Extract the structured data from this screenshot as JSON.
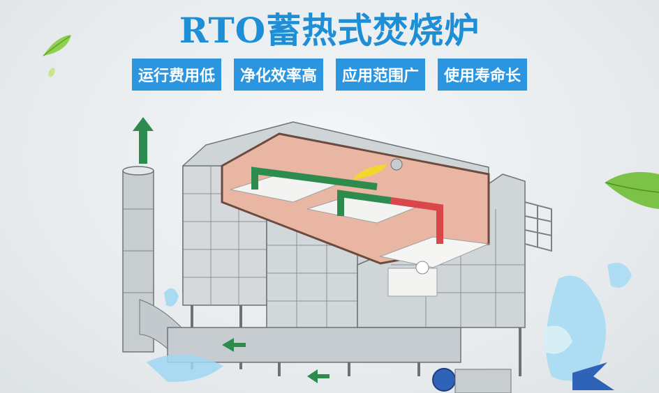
{
  "title": "RTO蓄热式焚烧炉",
  "features": [
    "运行费用低",
    "净化效率高",
    "应用范围广",
    "使用寿命长"
  ],
  "colors": {
    "title": "#1e8fd6",
    "tag_bg": "#2b95e0",
    "tag_text": "#ffffff"
  },
  "icons": [
    "leaf-icon",
    "arrow-up-icon",
    "water-splash-icon",
    "fan-icon"
  ]
}
